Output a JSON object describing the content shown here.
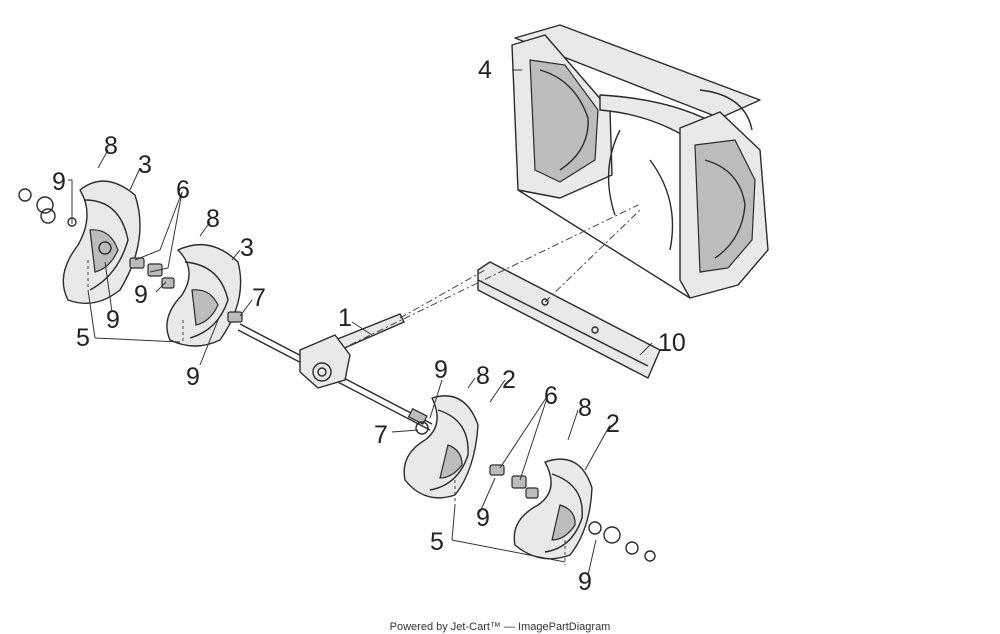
{
  "callouts": [
    {
      "id": "c1",
      "text": "1"
    },
    {
      "id": "c2a",
      "text": "2"
    },
    {
      "id": "c2b",
      "text": "2"
    },
    {
      "id": "c3a",
      "text": "3"
    },
    {
      "id": "c3b",
      "text": "3"
    },
    {
      "id": "c4",
      "text": "4"
    },
    {
      "id": "c5a",
      "text": "5"
    },
    {
      "id": "c5b",
      "text": "5"
    },
    {
      "id": "c6a",
      "text": "6"
    },
    {
      "id": "c6b",
      "text": "6"
    },
    {
      "id": "c7a",
      "text": "7"
    },
    {
      "id": "c7b",
      "text": "7"
    },
    {
      "id": "c8a",
      "text": "8"
    },
    {
      "id": "c8b",
      "text": "8"
    },
    {
      "id": "c8c",
      "text": "8"
    },
    {
      "id": "c8d",
      "text": "8"
    },
    {
      "id": "c9a",
      "text": "9"
    },
    {
      "id": "c9b",
      "text": "9"
    },
    {
      "id": "c9c",
      "text": "9"
    },
    {
      "id": "c9d",
      "text": "9"
    },
    {
      "id": "c9e",
      "text": "9"
    },
    {
      "id": "c9f",
      "text": "9"
    },
    {
      "id": "c9g",
      "text": "9"
    },
    {
      "id": "c10",
      "text": "10"
    }
  ],
  "footer_text": "Powered by Jet-Cart™ — ImagePartDiagram"
}
